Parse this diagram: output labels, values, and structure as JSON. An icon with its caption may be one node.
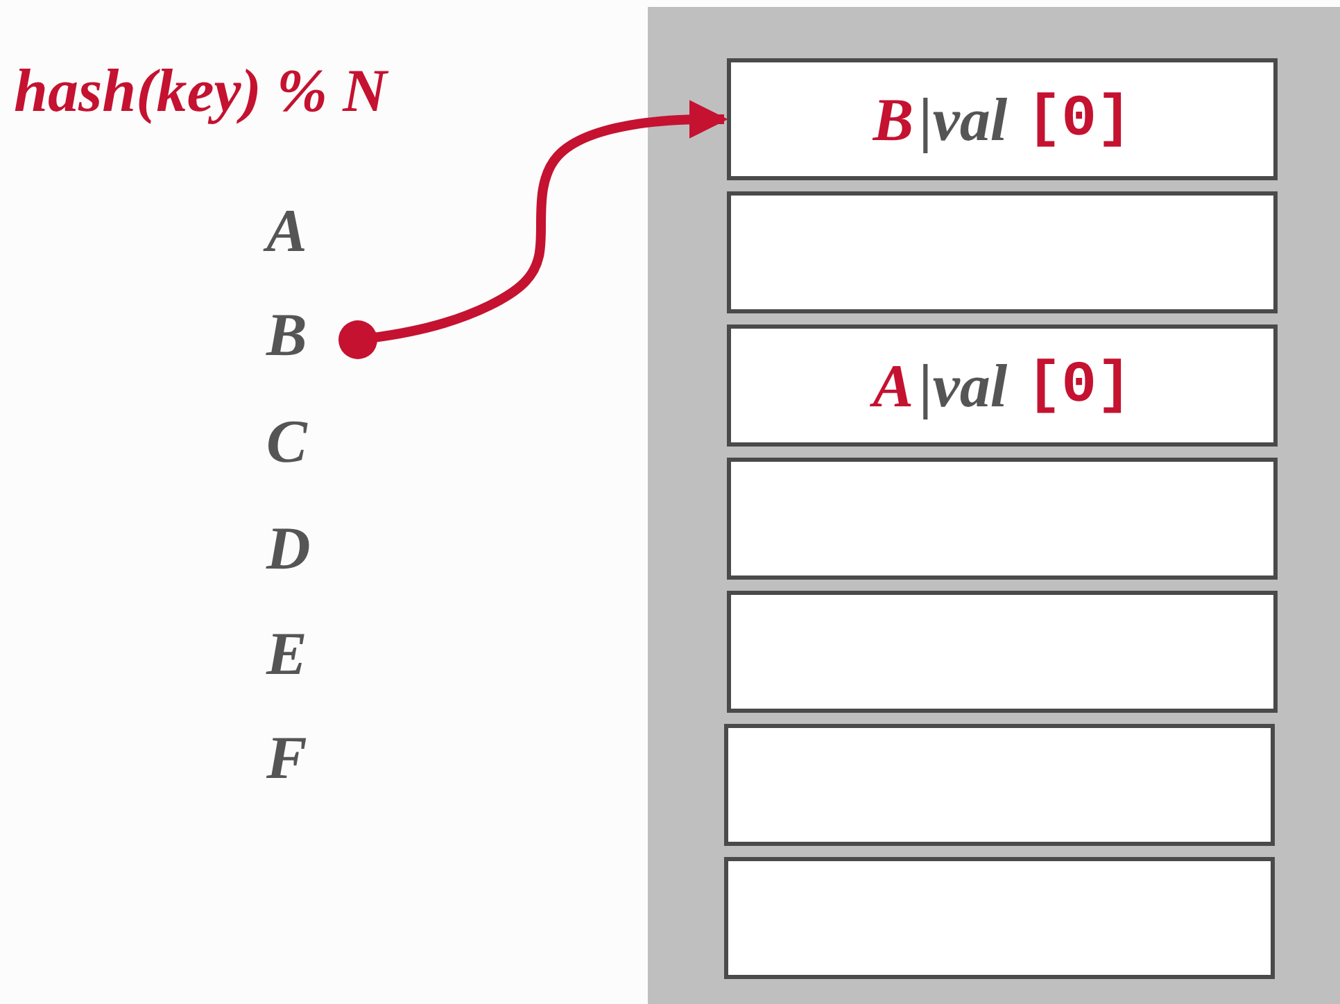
{
  "diagram": {
    "title": "hash(key) % N",
    "nodes": [
      {
        "text": [],
        "shape": "box"
      },
      {
        "text": [
          "B",
          "|val",
          "[0]"
        ],
        "in": 0
      },
      {
        "text": [],
        "shape": "box",
        "in": 0
      },
      {
        "text": [
          "A",
          "|val",
          "[0]"
        ],
        "in": 0
      },
      {
        "text": [],
        "shape": "box",
        "in": 0
      },
      {
        "text": [],
        "shape": "box",
        "in": 0
      },
      {
        "text": [],
        "shape": "box",
        "in": 0
      },
      {
        "text": [],
        "shape": "box",
        "in": 0
      },
      {
        "text": [
          "A"
        ]
      },
      {
        "text": [
          "B"
        ]
      },
      {
        "text": [
          "C"
        ]
      },
      {
        "text": [
          "D"
        ]
      },
      {
        "text": [
          "E"
        ]
      },
      {
        "text": [
          "F"
        ]
      }
    ],
    "edges": [
      {
        "from": 9,
        "to": 1,
        "arrow": "to"
      }
    ]
  }
}
